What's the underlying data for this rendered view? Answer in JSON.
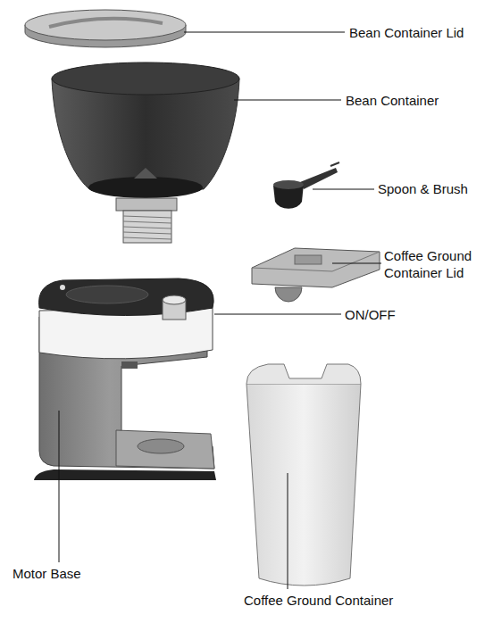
{
  "diagram": {
    "labels": [
      "Bean Container Lid",
      "Bean Container",
      "Spoon & Brush",
      "Coffee Ground Container Lid",
      "ON/OFF",
      "Motor Base",
      "Coffee Ground Container"
    ]
  }
}
